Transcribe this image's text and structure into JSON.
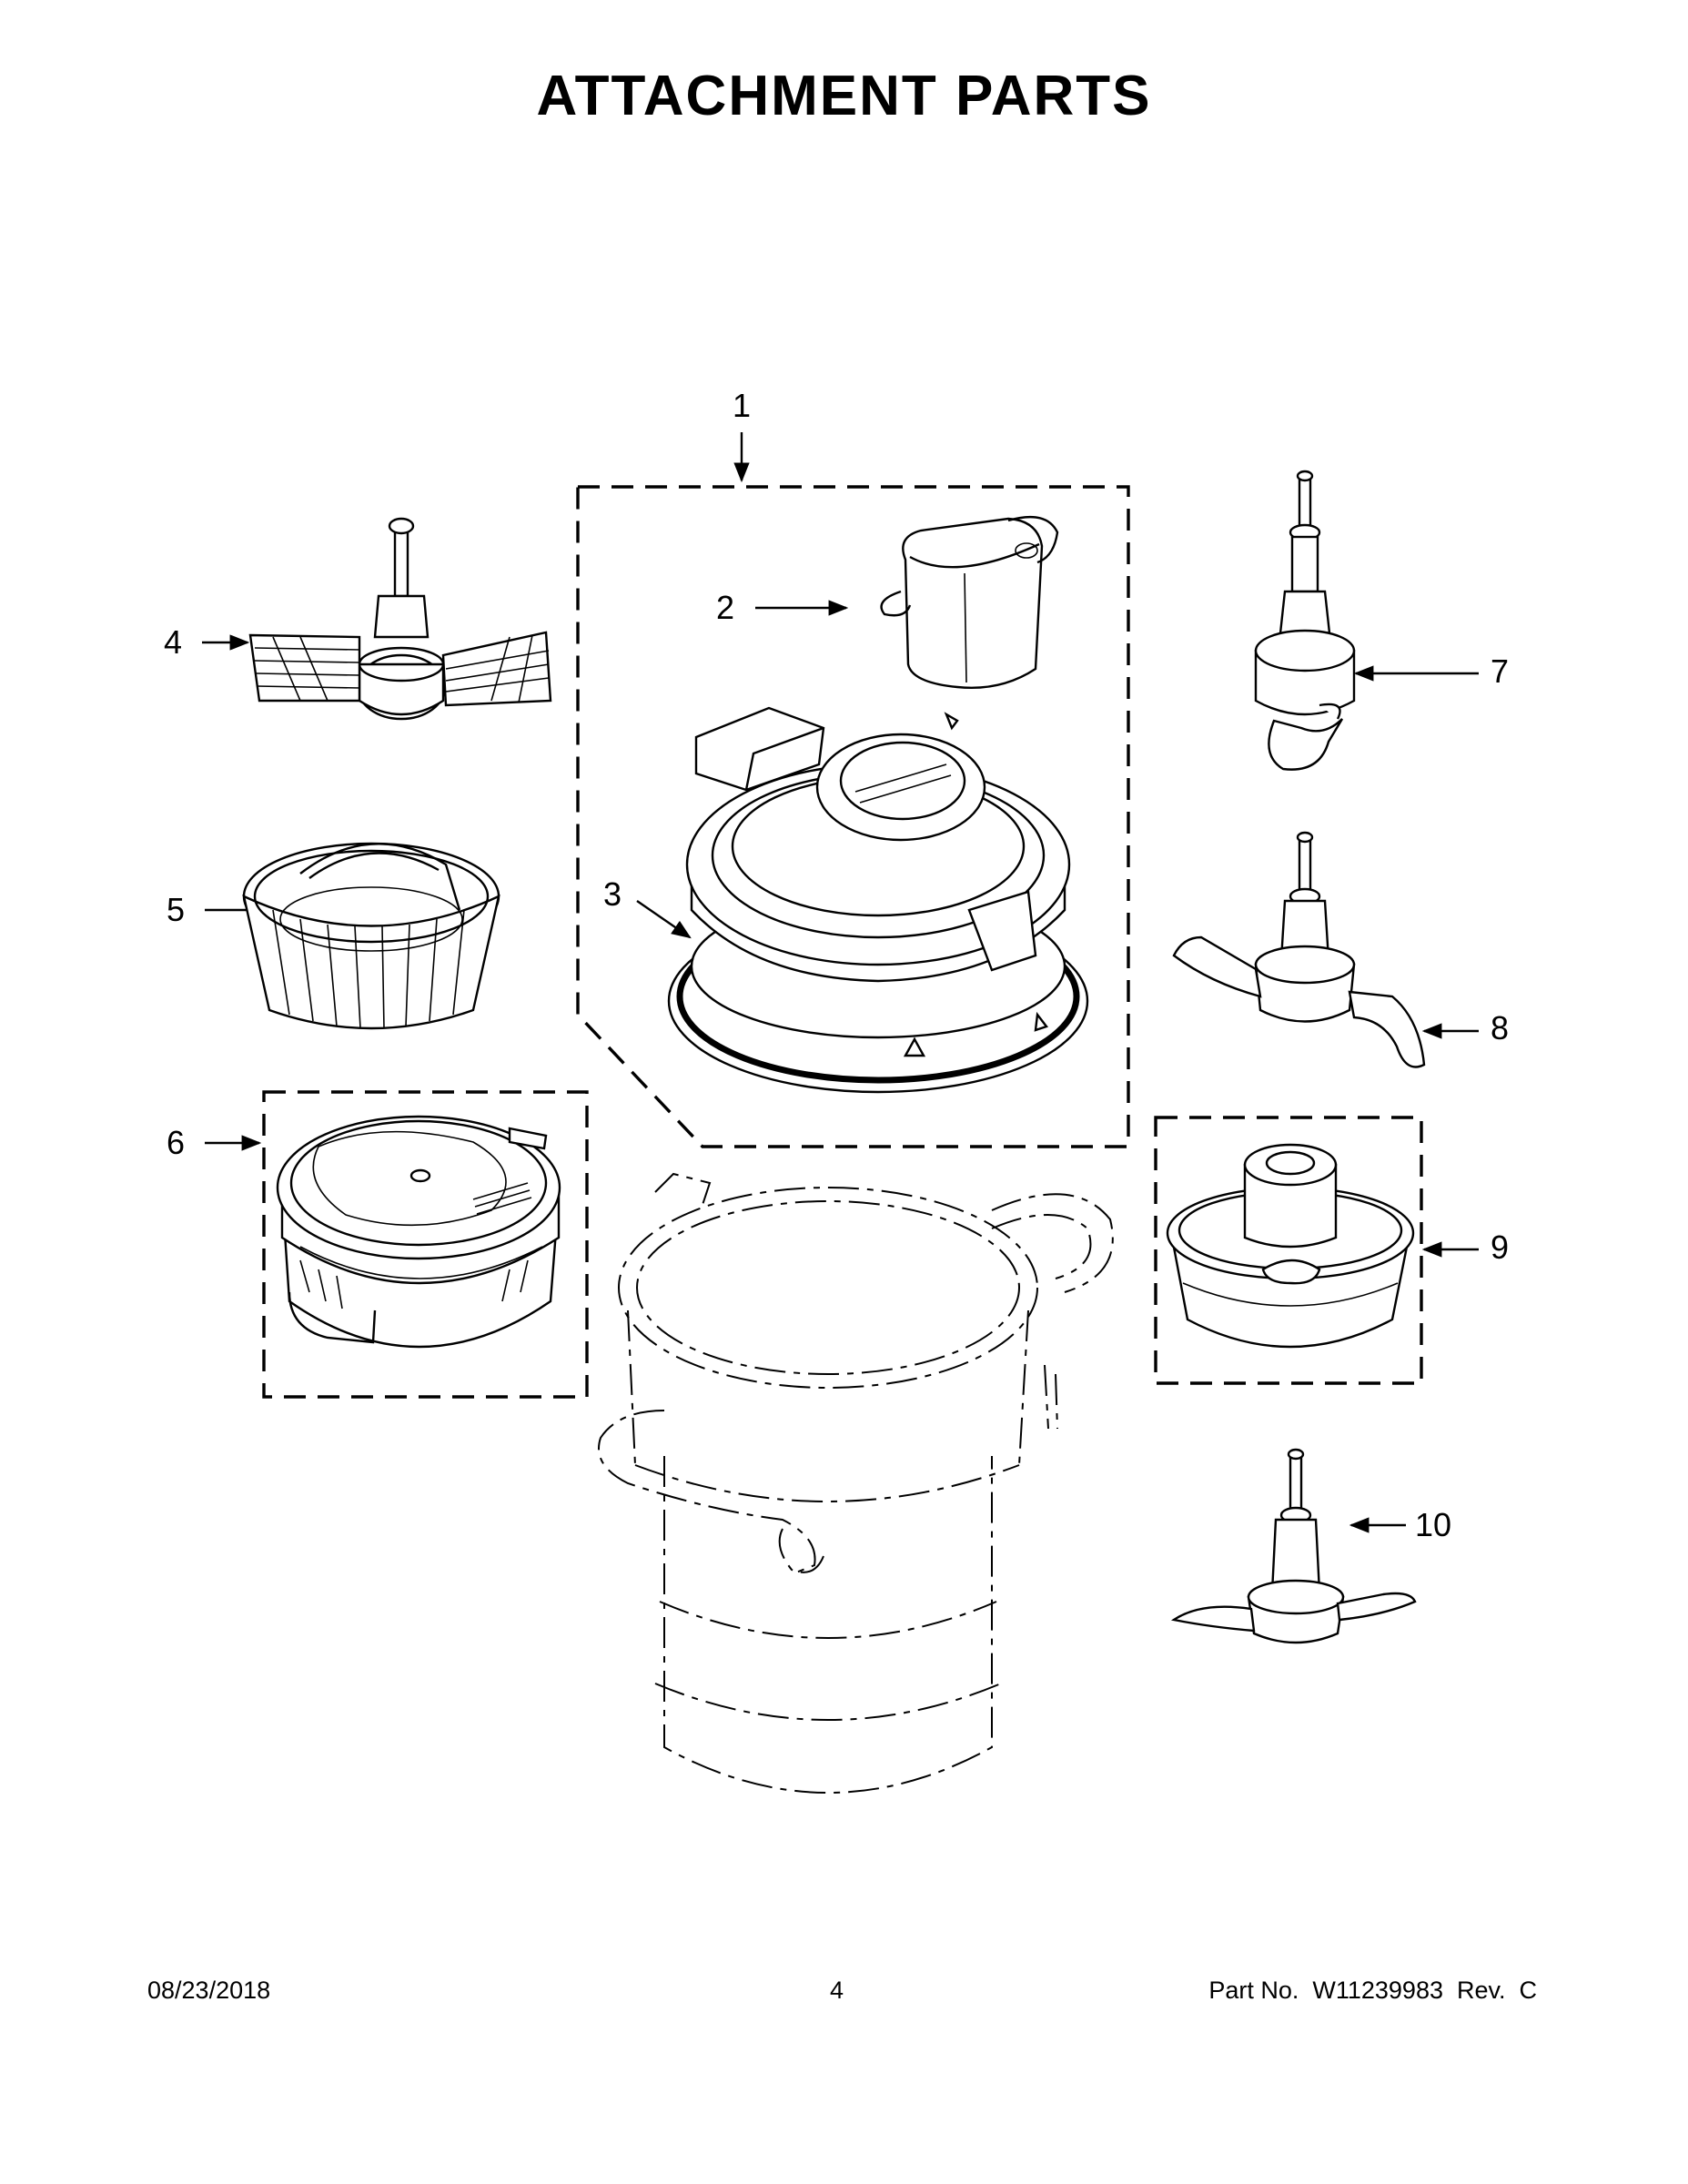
{
  "title": "ATTACHMENT PARTS",
  "callouts": [
    "1",
    "2",
    "3",
    "4",
    "5",
    "6",
    "7",
    "8",
    "9",
    "10"
  ],
  "footer": {
    "date": "08/23/2018",
    "page": "4",
    "part": "Part No.  W11239983  Rev.  C"
  }
}
